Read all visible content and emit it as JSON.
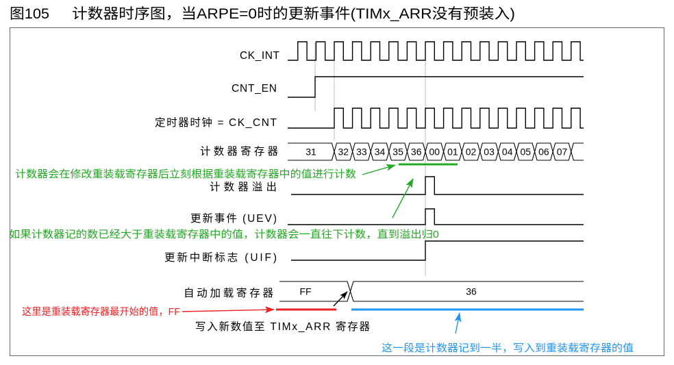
{
  "figure": {
    "number": "图105",
    "title": "计数器时序图，当ARPE=0时的更新事件(TIMx_ARR没有预装入)"
  },
  "signals": {
    "ck_int": "CK_INT",
    "cnt_en": "CNT_EN",
    "ck_cnt": "定时器时钟 = CK_CNT",
    "counter_register": "计数器寄存器",
    "counter_overflow": "计数器溢出",
    "update_event": "更新事件 (UEV)",
    "update_interrupt_flag": "更新中断标志 (UIF)",
    "auto_reload_register": "自动加载寄存器"
  },
  "counter_register_values": [
    "31",
    "32",
    "33",
    "34",
    "35",
    "36",
    "00",
    "01",
    "02",
    "03",
    "04",
    "05",
    "06",
    "07"
  ],
  "auto_reload_register_values": [
    "FF",
    "36"
  ],
  "write_note": "写入新数值至 TIMx_ARR 寄存器",
  "annotations": {
    "immediate_reload": "计数器会在修改重装载寄存器后立刻根据重装载寄存器中的值进行计数",
    "count_until_overflow": "如果计数器记的数已经大于重装载寄存器中的值，计数器会一直往下计数，直到溢出归0",
    "initial_value": "这里是重装载寄存器最开始的值，FF",
    "written_value": "这一段是计数器记到一半，写入到重装载寄存器的值"
  },
  "colors": {
    "annotation_green": "#22aa22",
    "annotation_red": "#ee2222",
    "annotation_blue": "#2196f3"
  }
}
